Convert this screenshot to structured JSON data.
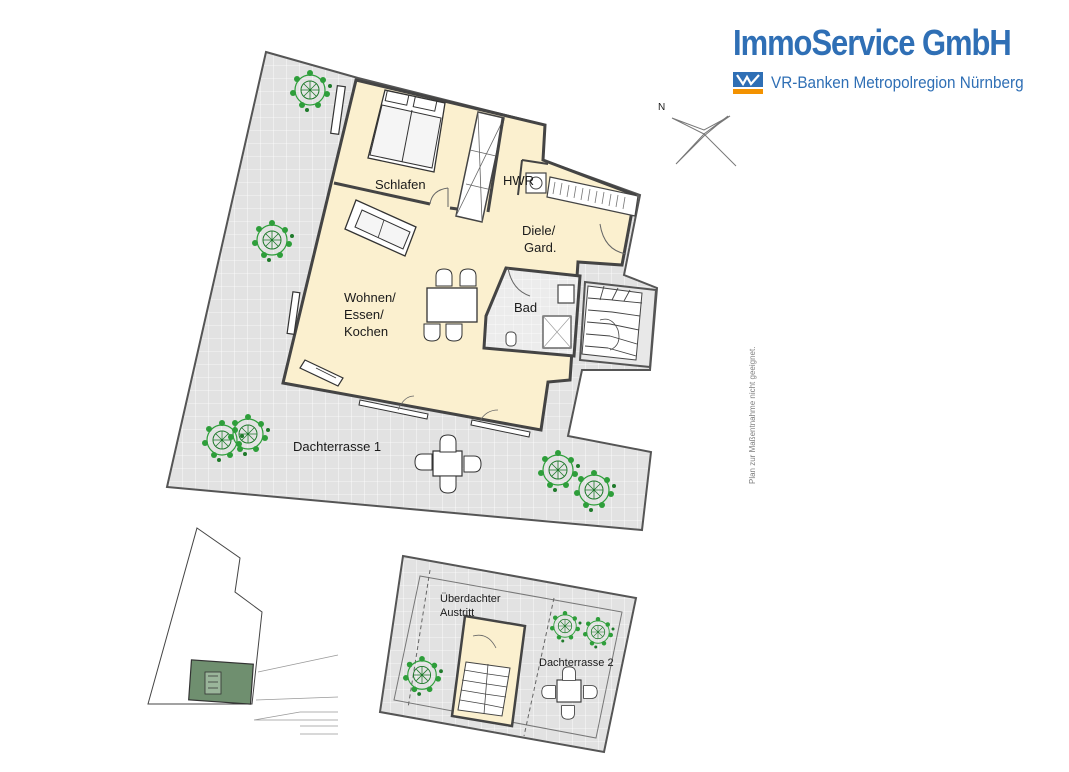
{
  "brand": {
    "name": "ImmoService GmbH",
    "subtitle": "VR-Banken Metropolregion Nürnberg",
    "logo_icon": "vr-bank-logo-icon"
  },
  "compass": {
    "label": "N"
  },
  "disclaimer": "Plan zur Maßentnahme nicht geeignet.",
  "rooms": {
    "schlafen": "Schlafen",
    "hwr": "HWR",
    "diele_line1": "Diele/",
    "diele_line2": "Gard.",
    "bad": "Bad",
    "wohnen_line1": "Wohnen/",
    "wohnen_line2": "Essen/",
    "wohnen_line3": "Kochen",
    "dachterrasse1": "Dachterrasse 1",
    "austritt_line1": "Überdachter",
    "austritt_line2": "Austritt",
    "dachterrasse2": "Dachterrasse 2"
  },
  "colors": {
    "brand_blue": "#2f6fb5",
    "brand_orange": "#f39200",
    "room_fill": "#fbf0cf",
    "bath_fill": "#e8e8e8",
    "terrace_fill": "#e4e4e4",
    "wall": "#555555",
    "plant_green": "#2e9e3a",
    "site_highlight": "#6f8f6f"
  }
}
